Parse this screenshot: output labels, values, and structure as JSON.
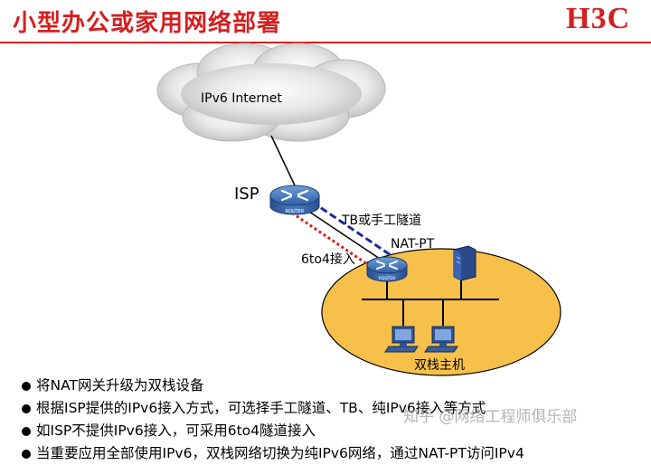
{
  "header": {
    "title": "小型办公或家用网络部署",
    "logo": "H3C"
  },
  "diagram": {
    "internet_label": "IPv6 Internet",
    "isp_label": "ISP",
    "router_badge": "ROUTER",
    "tunnel_label": "TB或手工隧道",
    "natpt_label": "NAT-PT",
    "sixto4_label": "6to4接入",
    "dual_stack_label": "双栈主机"
  },
  "bullets": [
    "将NAT网关升级为双栈设备",
    "根据ISP提供的IPv6接入方式，可选择手工隧道、TB、纯IPv6接入等方式",
    "如ISP不提供IPv6接入，可采用6to4隧道接入",
    "当重要应用全部使用IPv6，双栈网络切换为纯IPv6网络，通过NAT-PT访问IPv4"
  ],
  "watermark": "知乎 @网络工程师俱乐部",
  "colors": {
    "accent": "#d42020",
    "lan_fill": "#f6c04a",
    "router_blue": "#3a6fb6",
    "tunnel_blue": "#1a2a9a",
    "sixto4_red": "#d42020"
  }
}
